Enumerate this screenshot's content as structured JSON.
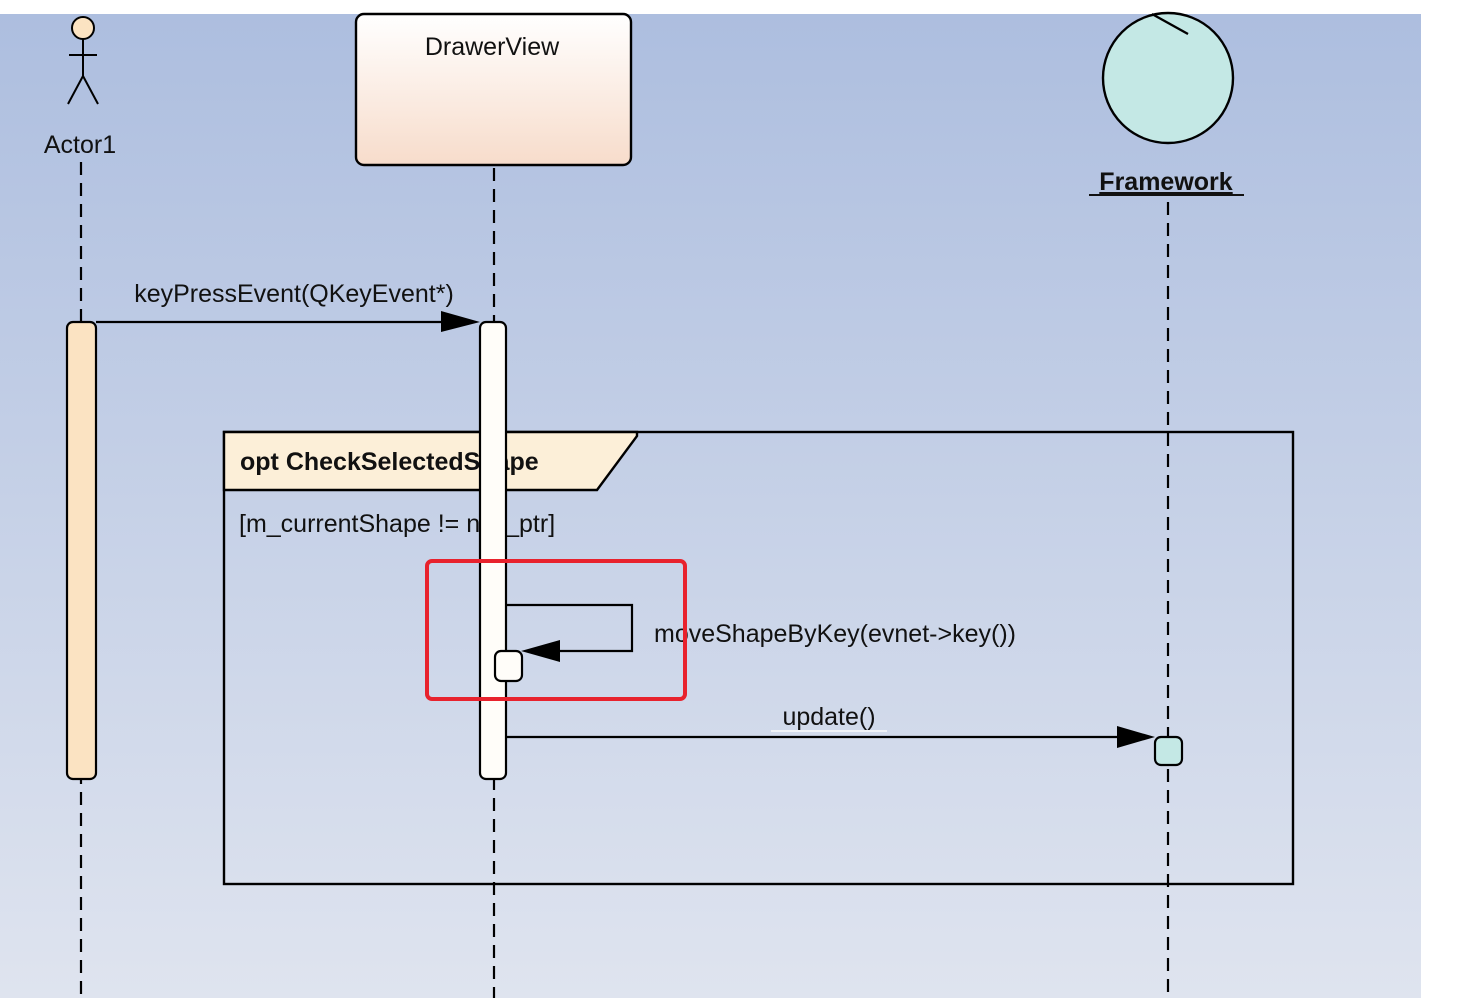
{
  "diagram": {
    "type": "sequence",
    "lifelines": [
      {
        "id": "actor1",
        "kind": "actor",
        "name": "Actor1"
      },
      {
        "id": "drawerview",
        "kind": "class",
        "name": "DrawerView"
      },
      {
        "id": "framework",
        "kind": "control",
        "name": "Framework"
      }
    ],
    "messages": [
      {
        "label": "keyPressEvent(QKeyEvent*)",
        "from": "actor1",
        "to": "drawerview"
      },
      {
        "label": "moveShapeByKey(evnet->key())",
        "from": "drawerview",
        "to": "drawerview"
      },
      {
        "label": "update()",
        "from": "drawerview",
        "to": "framework"
      }
    ],
    "fragment": {
      "title": "opt CheckSelectedShape",
      "guard": "[m_currentShape != null_ptr]"
    },
    "highlight": {
      "color": "#e8222d",
      "target": "self-call moveShapeByKey"
    }
  },
  "colors": {
    "background_top": "#adbedf",
    "background_bottom": "#dfe4ef",
    "actor_activation": "#fbe3c2",
    "class_box_top": "#ffffff",
    "class_box_bottom": "#f7dccb",
    "framework_fill": "#c4e8e5",
    "fragment_tab": "#fcefd8",
    "highlight": "#e8222d"
  }
}
